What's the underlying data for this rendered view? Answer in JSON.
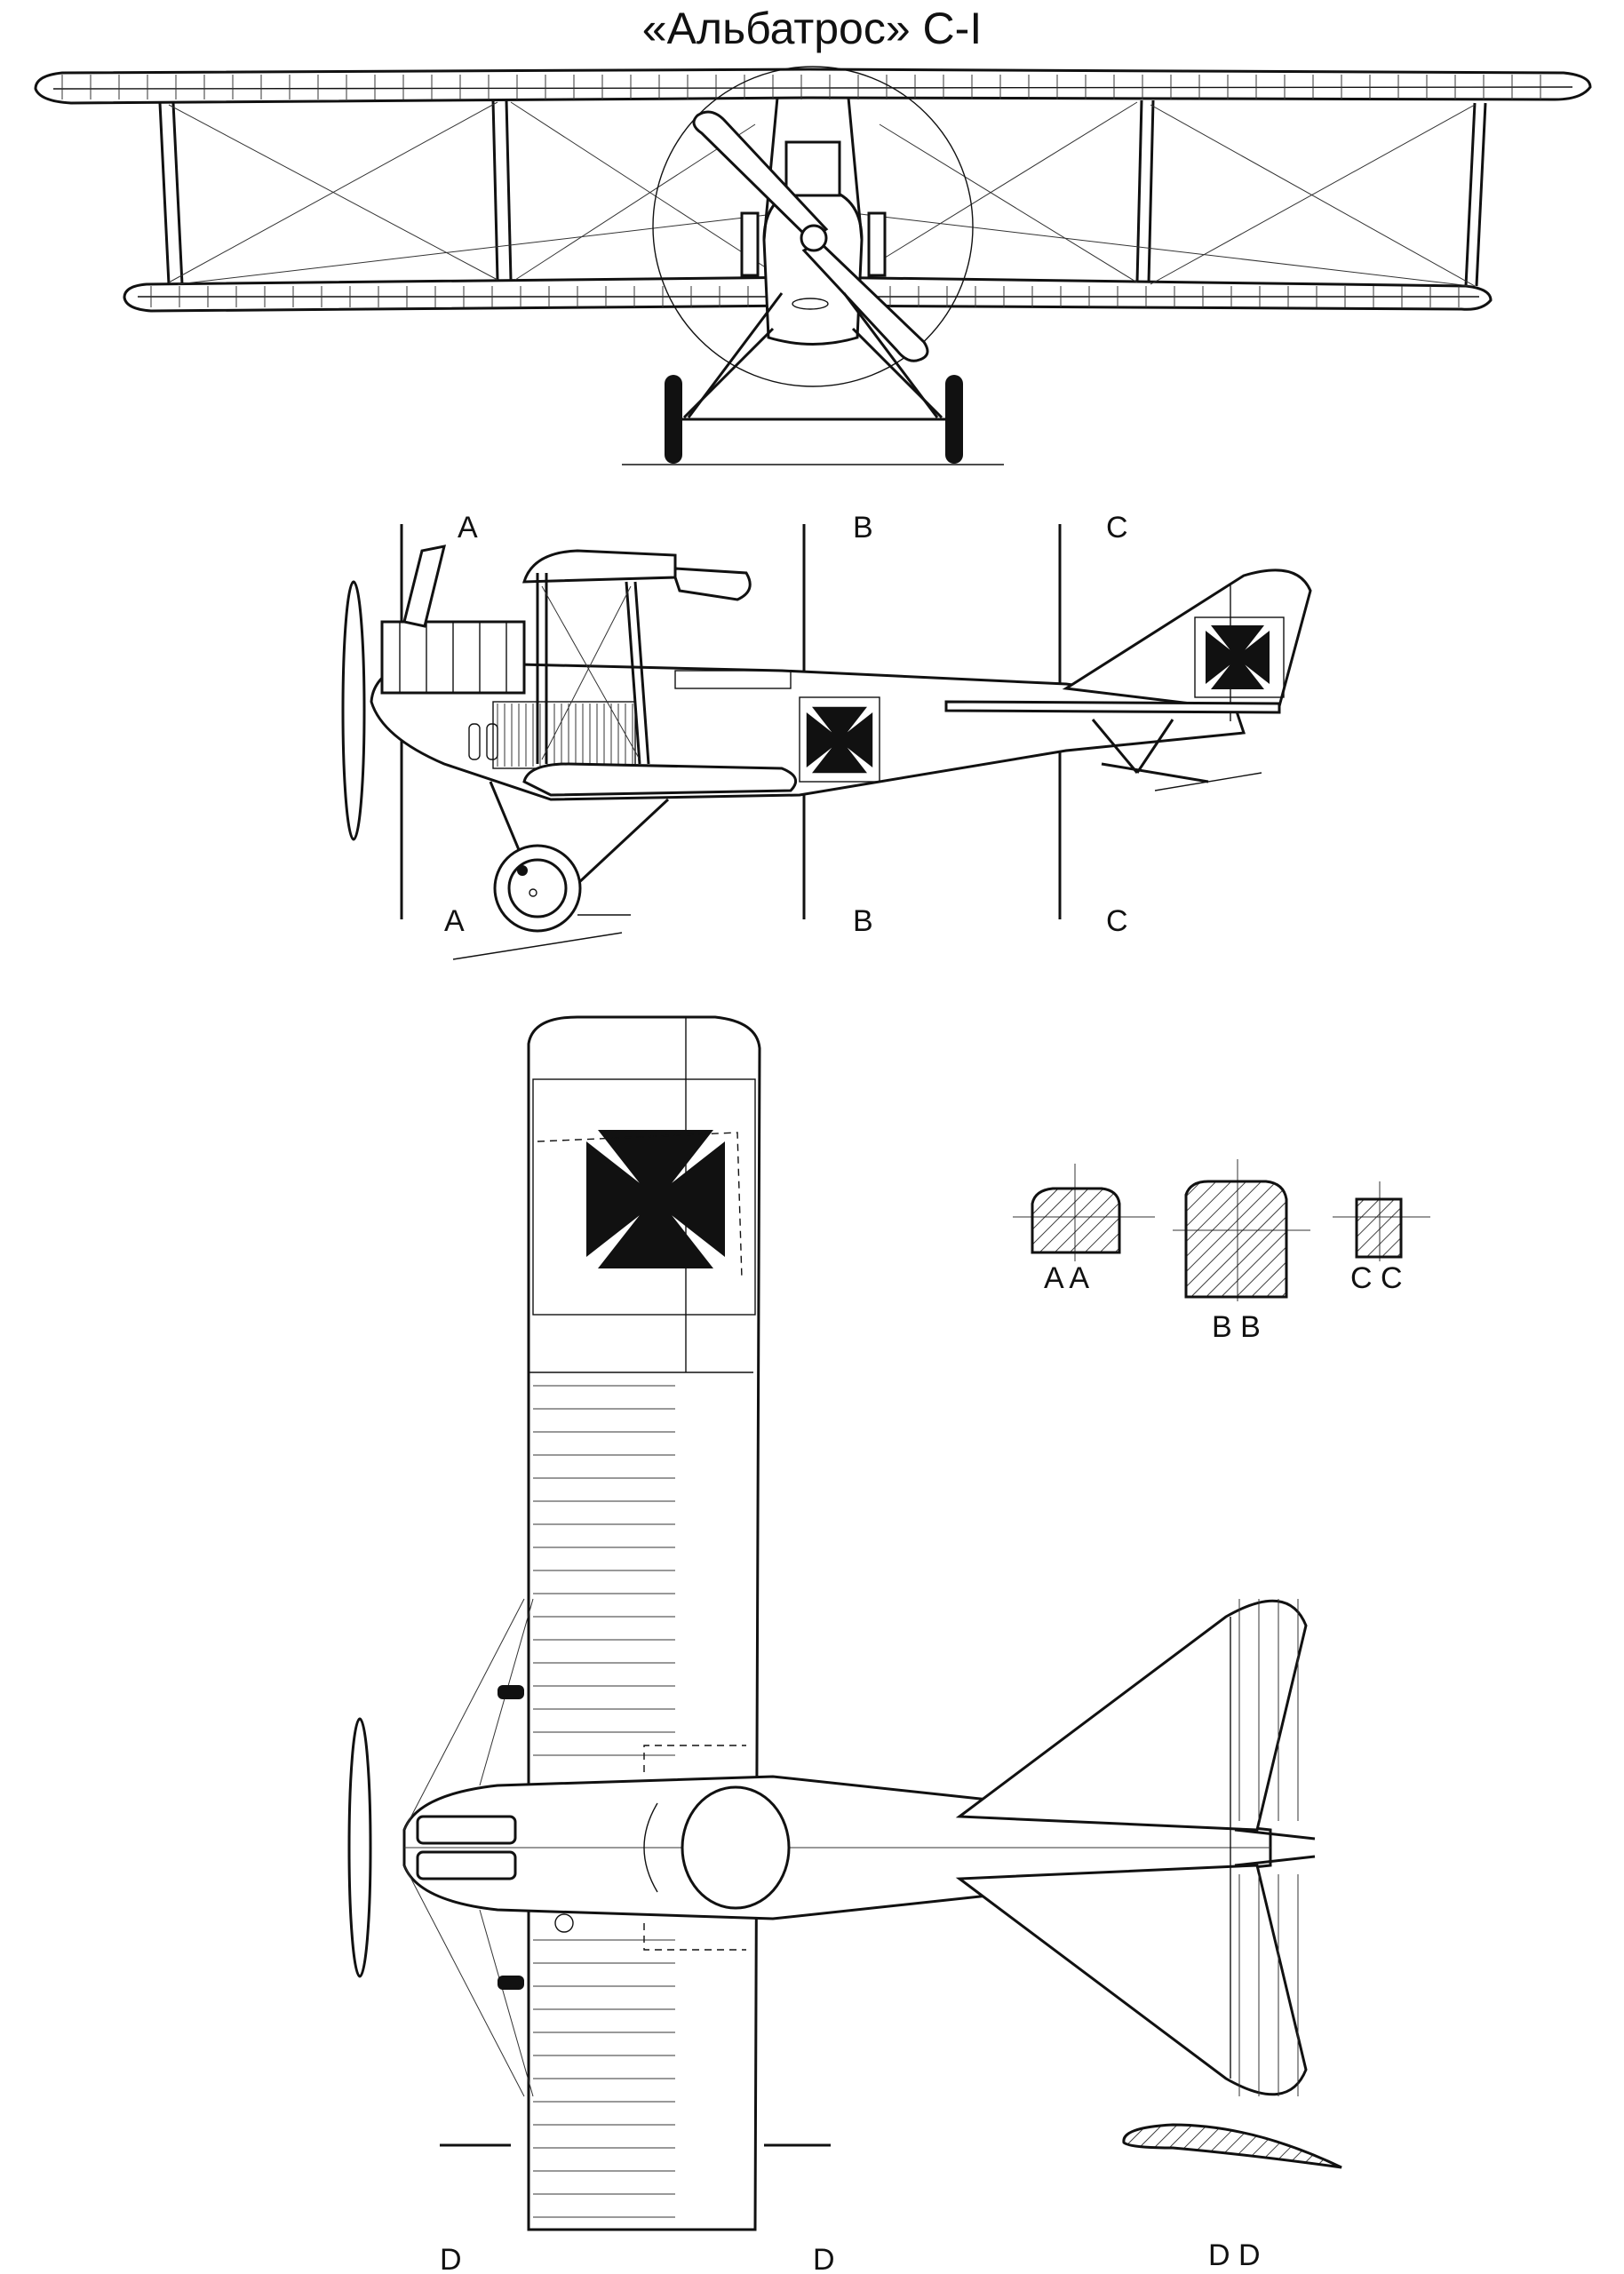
{
  "title": "«Альбатрос» С-I",
  "section_labels": {
    "a": "A",
    "b": "B",
    "c": "C",
    "d": "D"
  },
  "cross_section_labels": {
    "aa": "A A",
    "bb": "B B",
    "cc": "C C",
    "dd": "D D"
  },
  "colors": {
    "ink": "#111111",
    "paper": "#ffffff"
  }
}
